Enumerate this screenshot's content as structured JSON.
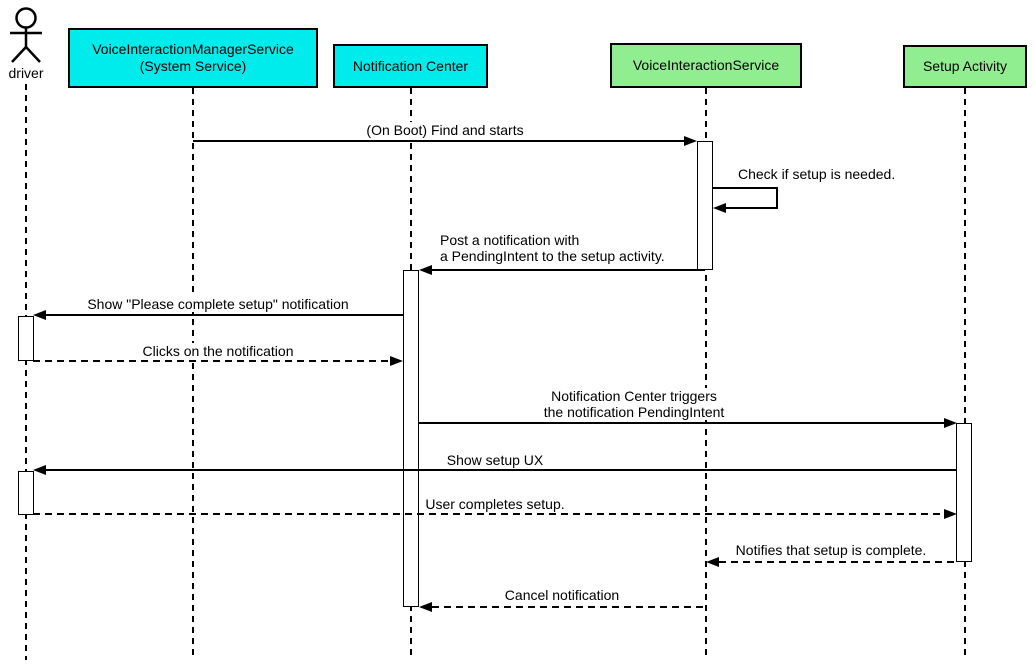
{
  "diagram_type": "uml-sequence-diagram",
  "participants": [
    {
      "id": "driver",
      "label": "driver",
      "kind": "actor"
    },
    {
      "id": "voice-interaction-manager-service",
      "label": "VoiceInteractionManagerService\n(System Service)",
      "kind": "participant",
      "fill": "#00EBEB"
    },
    {
      "id": "notification-center",
      "label": "Notification Center",
      "kind": "participant",
      "fill": "#00EBEB"
    },
    {
      "id": "voice-interaction-service",
      "label": "VoiceInteractionService",
      "kind": "participant",
      "fill": "#90EE90"
    },
    {
      "id": "setup-activity",
      "label": "Setup Activity",
      "kind": "participant",
      "fill": "#90EE90"
    }
  ],
  "messages": [
    {
      "label": "(On Boot) Find and starts",
      "from": "voice-interaction-manager-service",
      "to": "voice-interaction-service",
      "style": "solid"
    },
    {
      "label": "Check if setup is needed.",
      "from": "voice-interaction-service",
      "to": "voice-interaction-service",
      "style": "solid"
    },
    {
      "label": "Post a notification with\na PendingIntent to the setup activity.",
      "from": "voice-interaction-service",
      "to": "notification-center",
      "style": "solid"
    },
    {
      "label": "Show \"Please complete setup\" notification",
      "from": "notification-center",
      "to": "driver",
      "style": "solid"
    },
    {
      "label": "Clicks on the notification",
      "from": "driver",
      "to": "notification-center",
      "style": "dashed"
    },
    {
      "label": "Notification Center triggers\nthe notification PendingIntent",
      "from": "notification-center",
      "to": "setup-activity",
      "style": "solid"
    },
    {
      "label": "Show setup UX",
      "from": "setup-activity",
      "to": "driver",
      "style": "solid"
    },
    {
      "label": "User completes setup.",
      "from": "driver",
      "to": "setup-activity",
      "style": "dashed"
    },
    {
      "label": "Notifies that setup is complete.",
      "from": "setup-activity",
      "to": "voice-interaction-service",
      "style": "dashed"
    },
    {
      "label": "Cancel notification",
      "from": "voice-interaction-service",
      "to": "notification-center",
      "style": "dashed"
    }
  ],
  "colors": {
    "participant_cyan": "#00EBEB",
    "participant_green": "#90EE90",
    "line": "#000000",
    "background": "#FFFFFF"
  }
}
